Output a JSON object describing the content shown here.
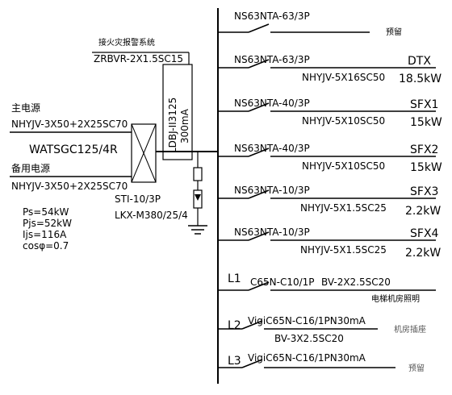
{
  "fire_system": {
    "title": "接火灾报警系统",
    "cable": "ZRBVR-2X1.5SC15"
  },
  "incoming": {
    "main_label": "主电源",
    "main_cable": "NHYJV-3X50+2X25SC70",
    "ats": "WATSGC125/4R",
    "backup_label": "备用电源",
    "backup_cable": "NHYJV-3X50+2X25SC70"
  },
  "leakage_monitor": {
    "model": "LDBJ-II3125",
    "current": "300mA"
  },
  "surge": {
    "spd": "STI-10/3P",
    "arrester": "LKX-M380/25/4"
  },
  "load_summary": {
    "ps": "Ps=54kW",
    "pjs": "Pjs=52kW",
    "ijs": "Ijs=116A",
    "cos": "cosφ=0.7"
  },
  "branches": [
    {
      "breaker": "NS63NTA-63/3P",
      "cable": "",
      "name": "预留",
      "power": ""
    },
    {
      "breaker": "NS63NTA-63/3P",
      "cable": "NHYJV-5X16SC50",
      "name": "DTX",
      "power": "18.5kW"
    },
    {
      "breaker": "NS63NTA-40/3P",
      "cable": "NHYJV-5X10SC50",
      "name": "SFX1",
      "power": "15kW"
    },
    {
      "breaker": "NS63NTA-40/3P",
      "cable": "NHYJV-5X10SC50",
      "name": "SFX2",
      "power": "15kW"
    },
    {
      "breaker": "NS63NTA-10/3P",
      "cable": "NHYJV-5X1.5SC25",
      "name": "SFX3",
      "power": "2.2kW"
    },
    {
      "breaker": "NS63NTA-10/3P",
      "cable": "NHYJV-5X1.5SC25",
      "name": "SFX4",
      "power": "2.2kW"
    }
  ],
  "lighting": [
    {
      "phase": "L1",
      "breaker": "C65N-C10/1P",
      "cable": "BV-2X2.5SC20",
      "name": "电梯机房照明"
    },
    {
      "phase": "L2",
      "breaker": "VigiC65N-C16/1PN30mA",
      "cable": "BV-3X2.5SC20",
      "name": "机房插座"
    },
    {
      "phase": "L3",
      "breaker": "VigiC65N-C16/1PN30mA",
      "cable": "",
      "name": "预留"
    }
  ]
}
